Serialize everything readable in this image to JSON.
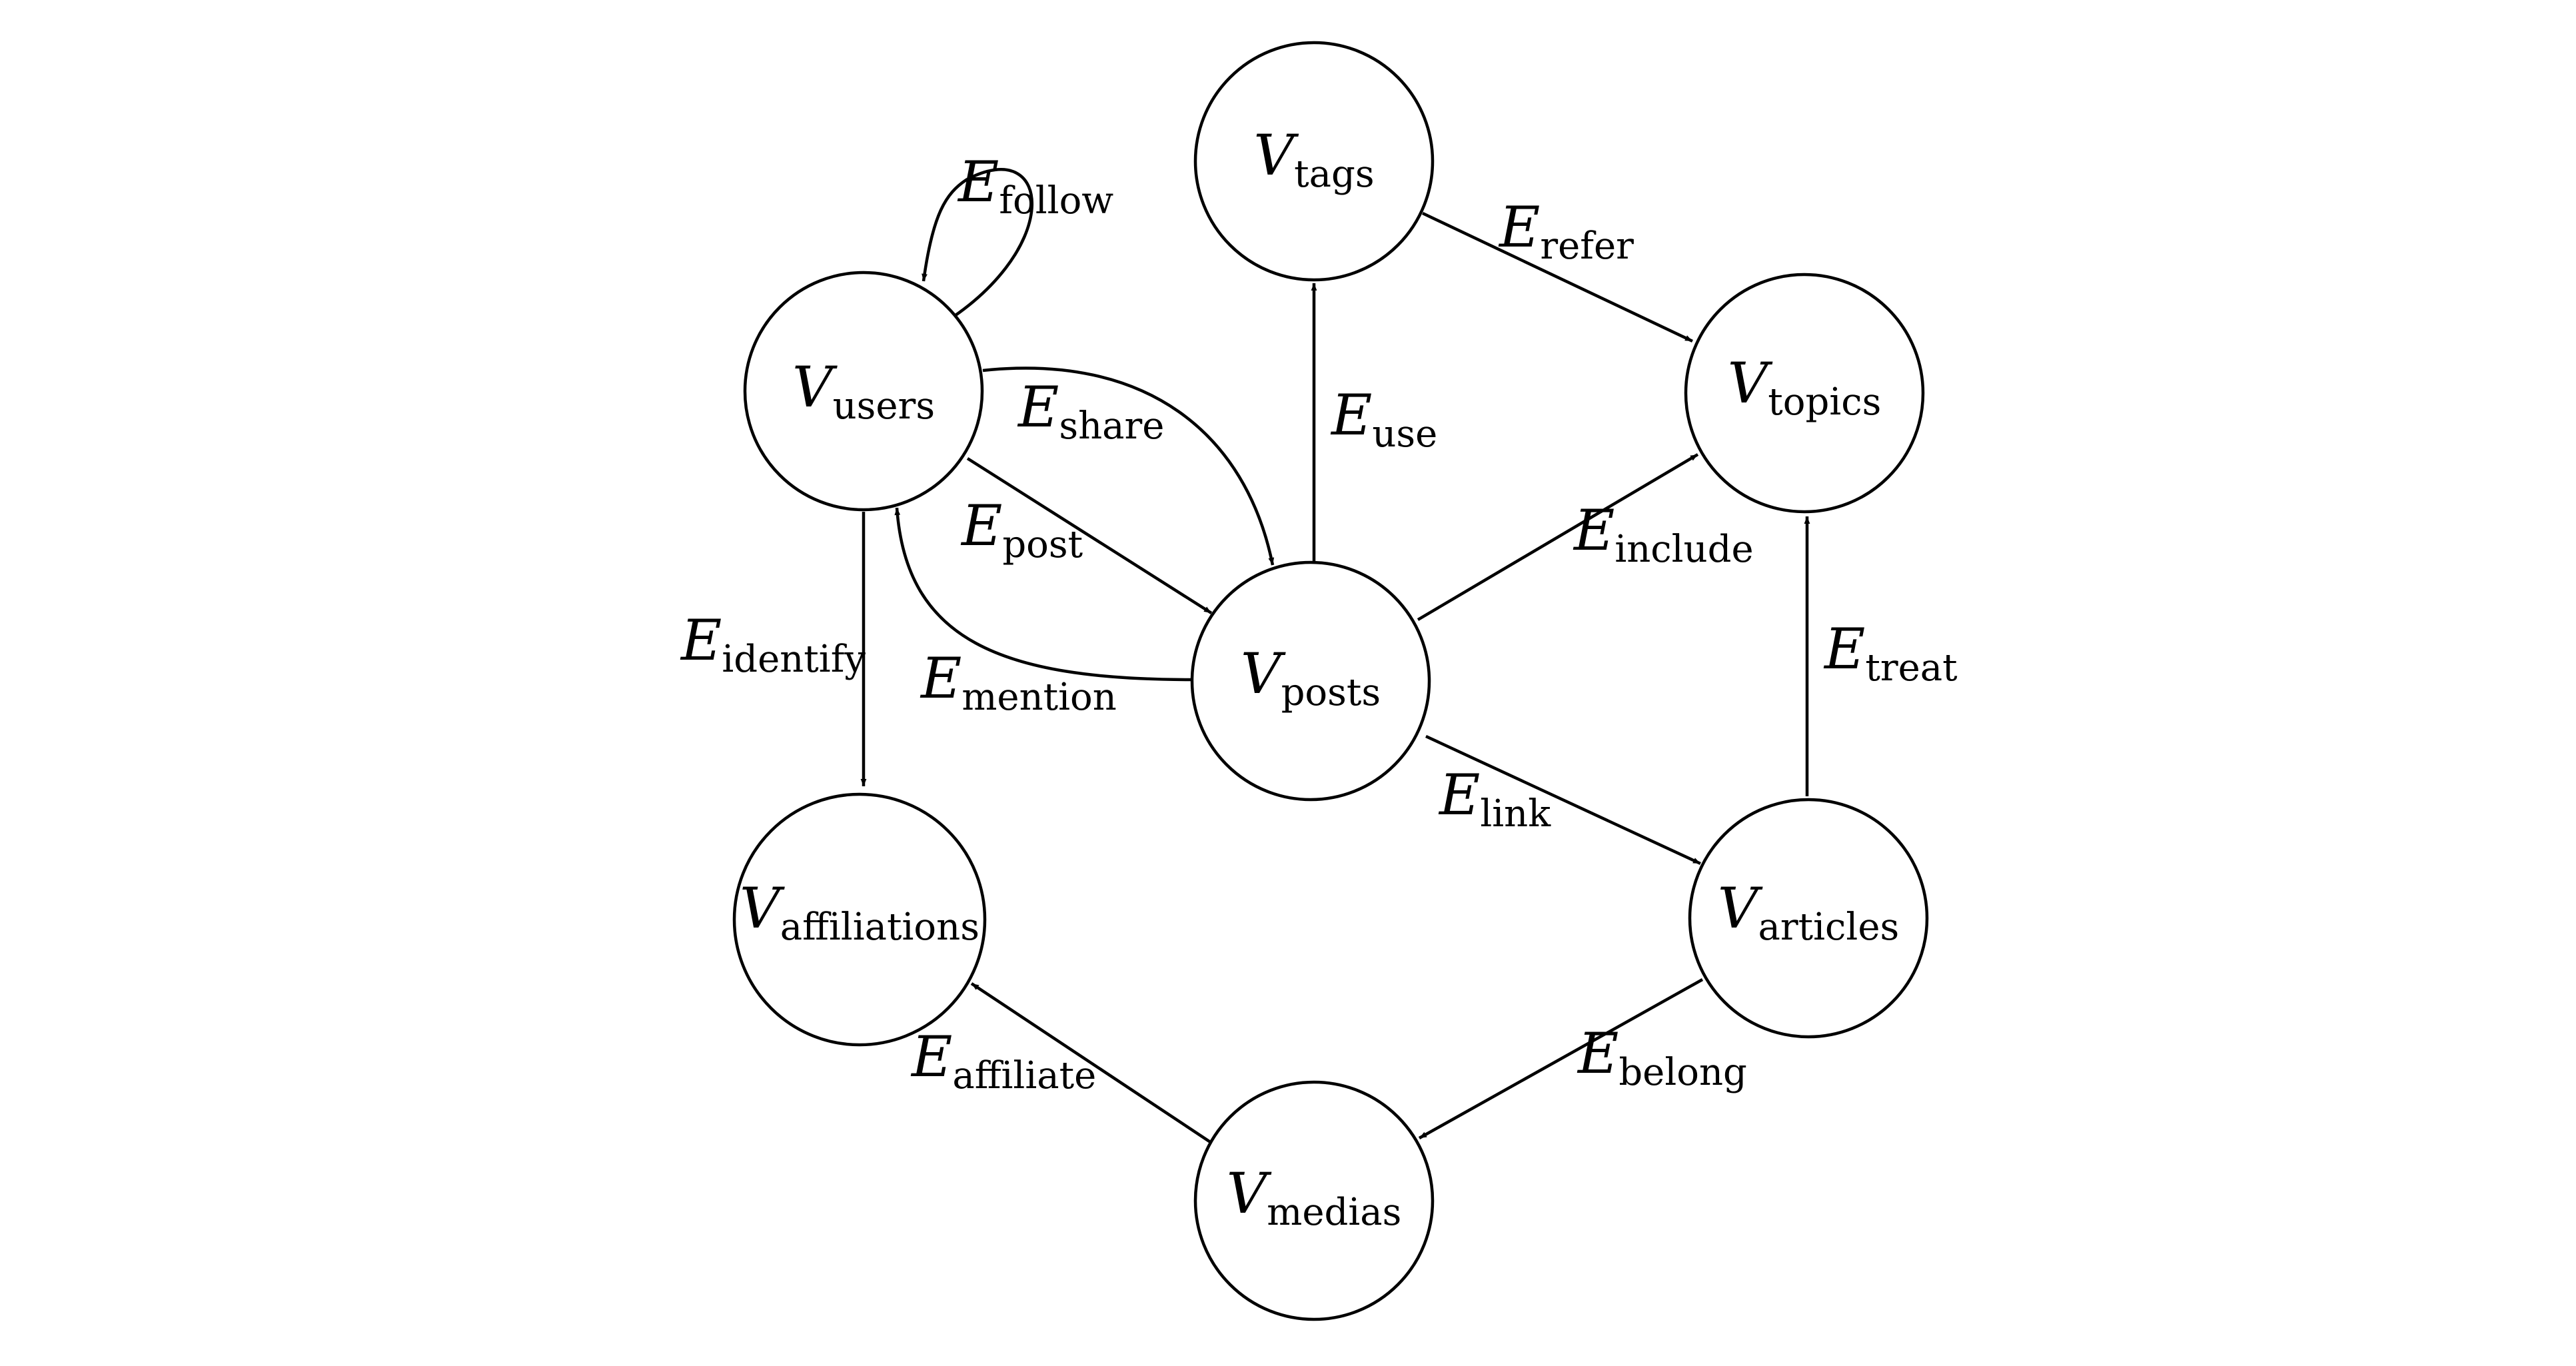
{
  "nodes": [
    {
      "id": "users",
      "symbol": "V",
      "subscript": "users"
    },
    {
      "id": "tags",
      "symbol": "V",
      "subscript": "tags"
    },
    {
      "id": "topics",
      "symbol": "V",
      "subscript": "topics"
    },
    {
      "id": "posts",
      "symbol": "V",
      "subscript": "posts"
    },
    {
      "id": "affiliations",
      "symbol": "V",
      "subscript": "affiliations"
    },
    {
      "id": "articles",
      "symbol": "V",
      "subscript": "articles"
    },
    {
      "id": "medias",
      "symbol": "V",
      "subscript": "medias"
    }
  ],
  "edges": [
    {
      "id": "follow",
      "from": "users",
      "to": "users",
      "symbol": "E",
      "subscript": "follow"
    },
    {
      "id": "share",
      "from": "users",
      "to": "posts",
      "symbol": "E",
      "subscript": "share"
    },
    {
      "id": "post",
      "from": "users",
      "to": "posts",
      "symbol": "E",
      "subscript": "post"
    },
    {
      "id": "mention",
      "from": "posts",
      "to": "users",
      "symbol": "E",
      "subscript": "mention"
    },
    {
      "id": "identify",
      "from": "users",
      "to": "affiliations",
      "symbol": "E",
      "subscript": "identify"
    },
    {
      "id": "use",
      "from": "posts",
      "to": "tags",
      "symbol": "E",
      "subscript": "use"
    },
    {
      "id": "refer",
      "from": "tags",
      "to": "topics",
      "symbol": "E",
      "subscript": "refer"
    },
    {
      "id": "include",
      "from": "posts",
      "to": "topics",
      "symbol": "E",
      "subscript": "include"
    },
    {
      "id": "link",
      "from": "posts",
      "to": "articles",
      "symbol": "E",
      "subscript": "link"
    },
    {
      "id": "treat",
      "from": "articles",
      "to": "topics",
      "symbol": "E",
      "subscript": "treat"
    },
    {
      "id": "belong",
      "from": "articles",
      "to": "medias",
      "symbol": "E",
      "subscript": "belong"
    },
    {
      "id": "affiliate",
      "from": "medias",
      "to": "affiliations",
      "symbol": "E",
      "subscript": "affiliate"
    }
  ]
}
